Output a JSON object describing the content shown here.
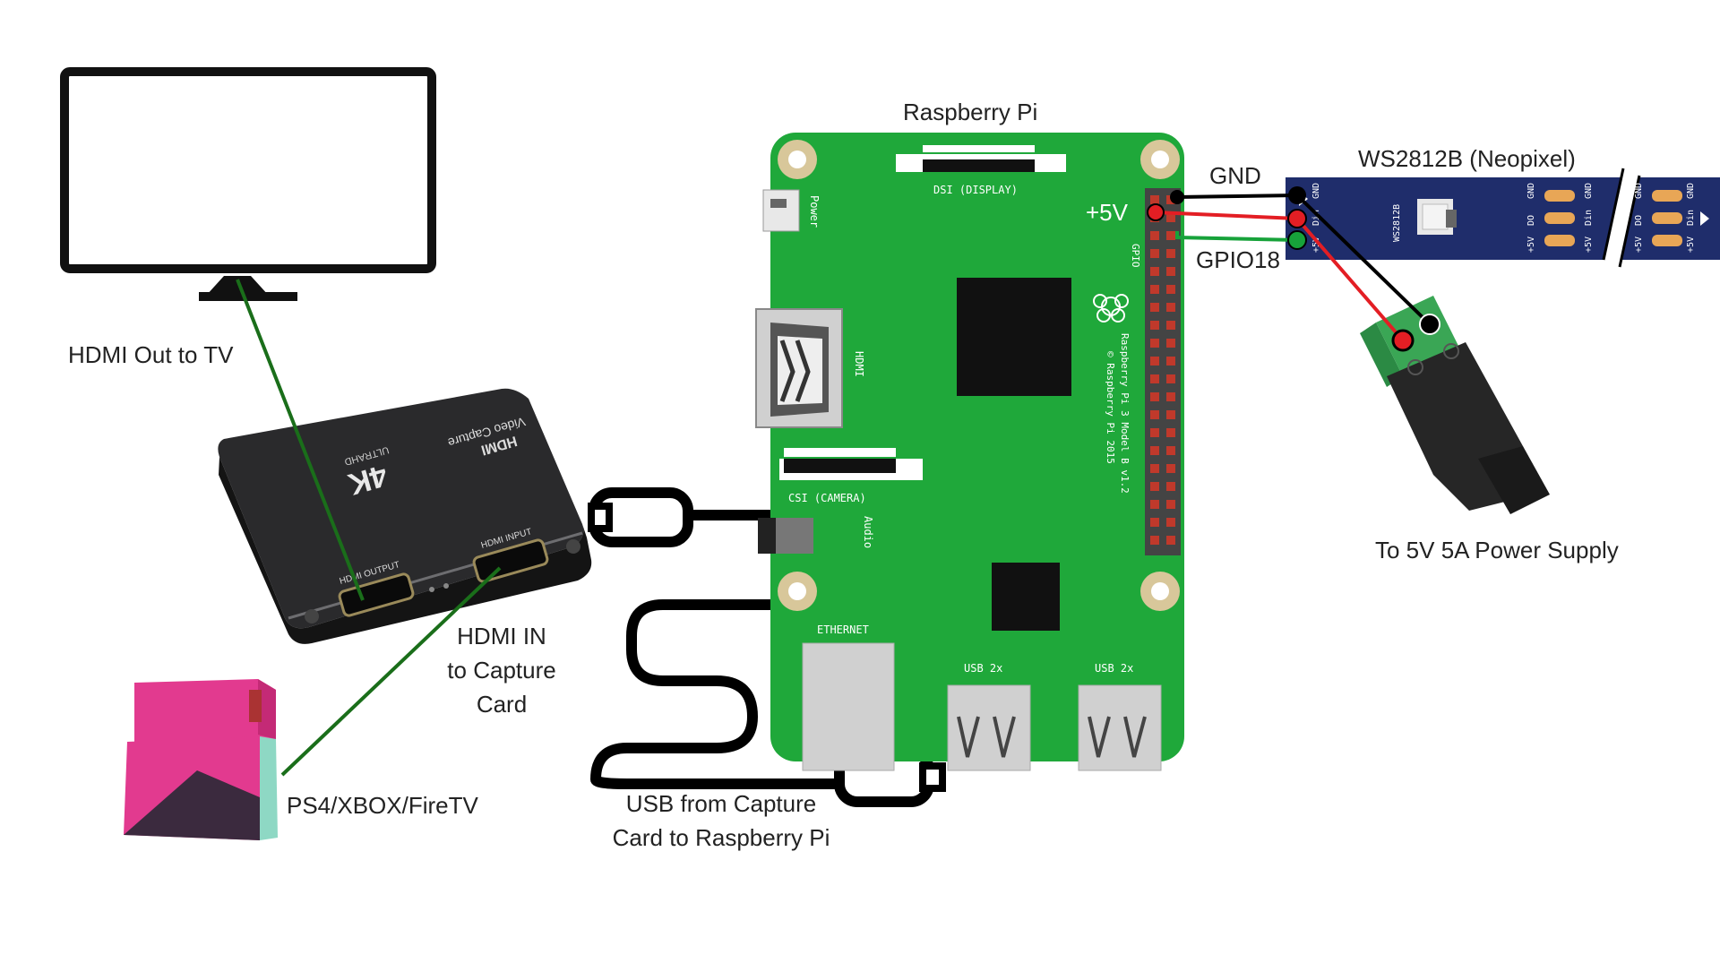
{
  "labels": {
    "hdmi_out": "HDMI Out to TV",
    "hdmi_in": [
      "HDMI IN",
      "to Capture",
      "Card"
    ],
    "console": "PS4/XBOX/FireTV",
    "usb": [
      "USB from Capture",
      "Card to Raspberry Pi"
    ],
    "raspberry_pi": "Raspberry Pi",
    "gnd": "GND",
    "plus5v": "+5V",
    "gpio18": "GPIO18",
    "strip": "WS2812B (Neopixel)",
    "power": "To 5V 5A Power Supply"
  },
  "capture_card": {
    "brand": "4K",
    "ultra": "ULTRAHD",
    "model": "HDMI",
    "model2": "Video Capture",
    "hdmi_output": "HDMI OUTPUT",
    "hdmi_input": "HDMI INPUT"
  },
  "pi_board": {
    "dsi": "DSI (DISPLAY)",
    "power": "Power",
    "hdmi": "HDMI",
    "csi": "CSI (CAMERA)",
    "audio": "Audio",
    "gpio": "GPIO",
    "model": "Raspberry Pi 3 Model B v1.2",
    "copyright": "© Raspberry Pi 2015",
    "ethernet": "ETHERNET",
    "usb_a": "USB 2x",
    "usb_b": "USB 2x"
  },
  "strip": {
    "pads_left": [
      "+5V",
      "Din",
      "GND"
    ],
    "chip": "WS2812B",
    "pads_mid": [
      "+5V",
      "DO",
      "GND"
    ],
    "pads_mid2": [
      "+5V",
      "Din",
      "GND"
    ],
    "pads_right": [
      "+5V",
      "DO",
      "GND"
    ],
    "pads_right2": [
      "+5V",
      "Din",
      "GND"
    ]
  },
  "colors": {
    "pcb": "#1fa83a",
    "pcb_dark": "#0f7a27",
    "strip": "#1f2d6b",
    "wire_gnd": "#000000",
    "wire_5v": "#e31e24",
    "wire_data": "#17a23a",
    "wire_hdmi": "#1a6e1a",
    "console_pink": "#e23a8f",
    "console_mint": "#8ed8c4",
    "terminal": "#3aa655"
  }
}
